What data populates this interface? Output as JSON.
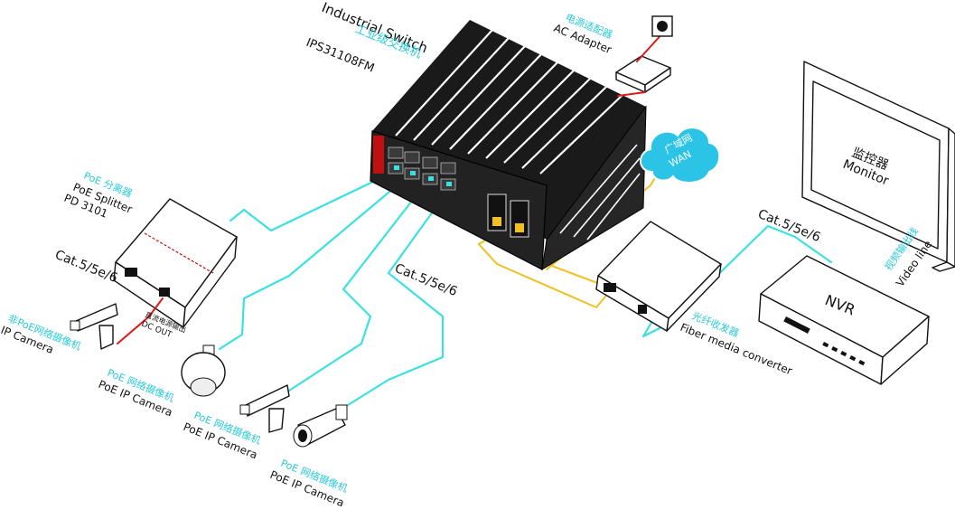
{
  "switch": {
    "name_en": "Industrial Switch",
    "name_cn": "工业级交换机",
    "model": "IPS31108FM"
  },
  "ac_adapter": {
    "label_cn": "电源适配器",
    "label_en": "AC Adapter"
  },
  "wan": {
    "label_cn": "广域网",
    "label_en": "WAN"
  },
  "monitor": {
    "label_cn": "监控器",
    "label_en": "Monitor"
  },
  "nvr": {
    "label": "NVR"
  },
  "video_line": {
    "label_cn": "视频输出线",
    "label_en": "Video line"
  },
  "fiber_converter": {
    "label_cn": "光纤收发器",
    "label_en": "Fiber media converter"
  },
  "splitter": {
    "label_cn": "PoE 分离器",
    "label_en": "PoE Splitter",
    "model": "PD 3101"
  },
  "dcout": {
    "label_cn": "直流电源输出",
    "label_en": "DC OUT"
  },
  "cable_labels": {
    "left": "Cat.5/5e/6",
    "center": "Cat.5/5e/6",
    "right": "Cat.5/5e/6"
  },
  "cameras": [
    {
      "label_cn": "非PoE网络摄像机",
      "label_en": "IP Camera"
    },
    {
      "label_cn": "PoE 网络摄像机",
      "label_en": "PoE IP Camera"
    },
    {
      "label_cn": "PoE 网络摄像机",
      "label_en": "PoE IP Camera"
    },
    {
      "label_cn": "PoE 网络摄像机",
      "label_en": "PoE IP Camera"
    }
  ],
  "colors": {
    "ethernet": "#3ce0e0",
    "fiber": "#f0c020",
    "power": "#e01818",
    "cn_label": "#27c9d6"
  }
}
